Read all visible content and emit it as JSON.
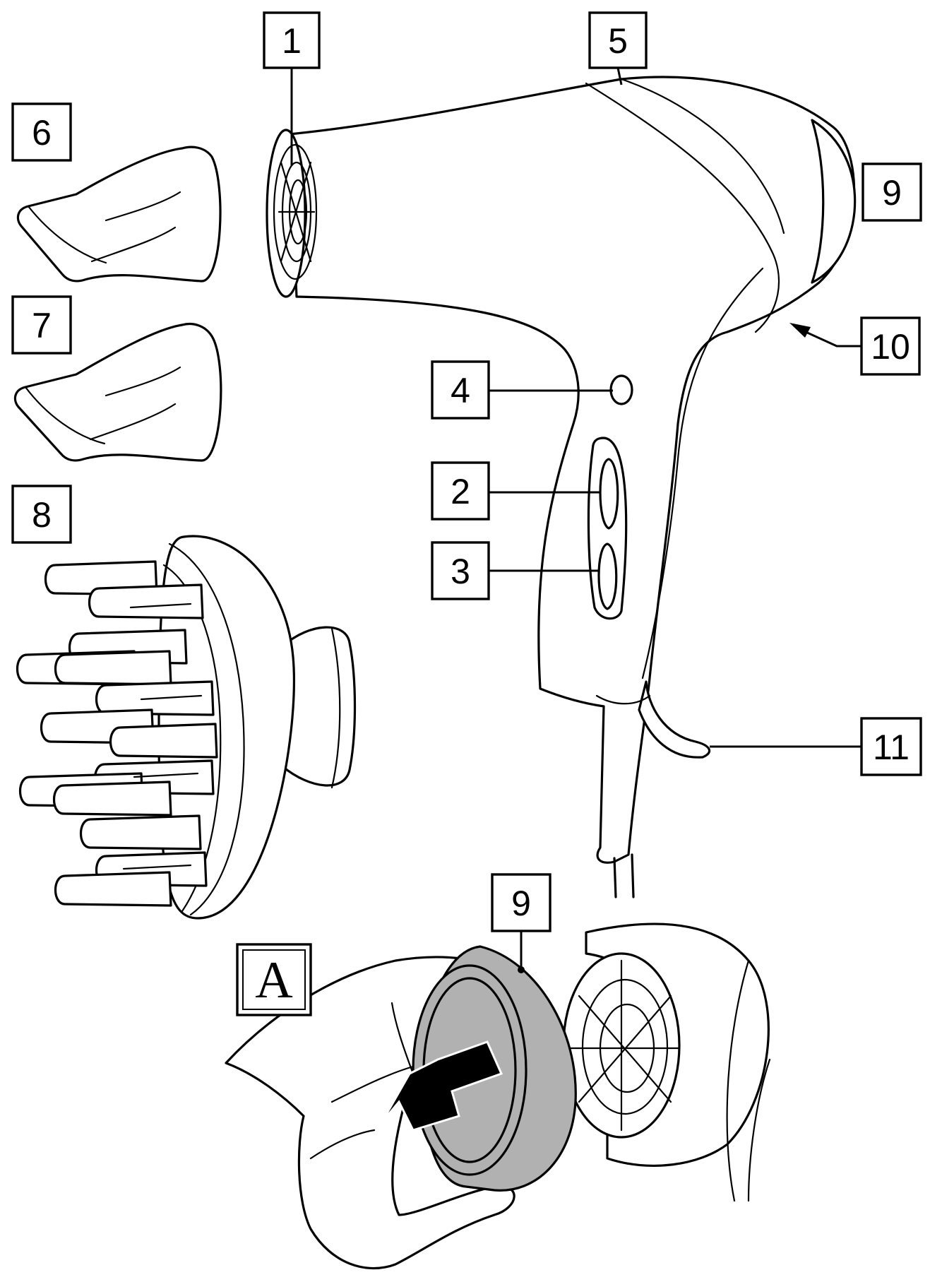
{
  "callouts": {
    "c1": "1",
    "c2": "2",
    "c3": "3",
    "c4": "4",
    "c5": "5",
    "c6": "6",
    "c7": "7",
    "c8": "8",
    "c9": "9",
    "c10": "10",
    "c11": "11",
    "c9b": "9"
  },
  "step_label": "A",
  "colors": {
    "line": "#000000",
    "background": "#ffffff",
    "filter_cover": "#b1b1b1"
  }
}
